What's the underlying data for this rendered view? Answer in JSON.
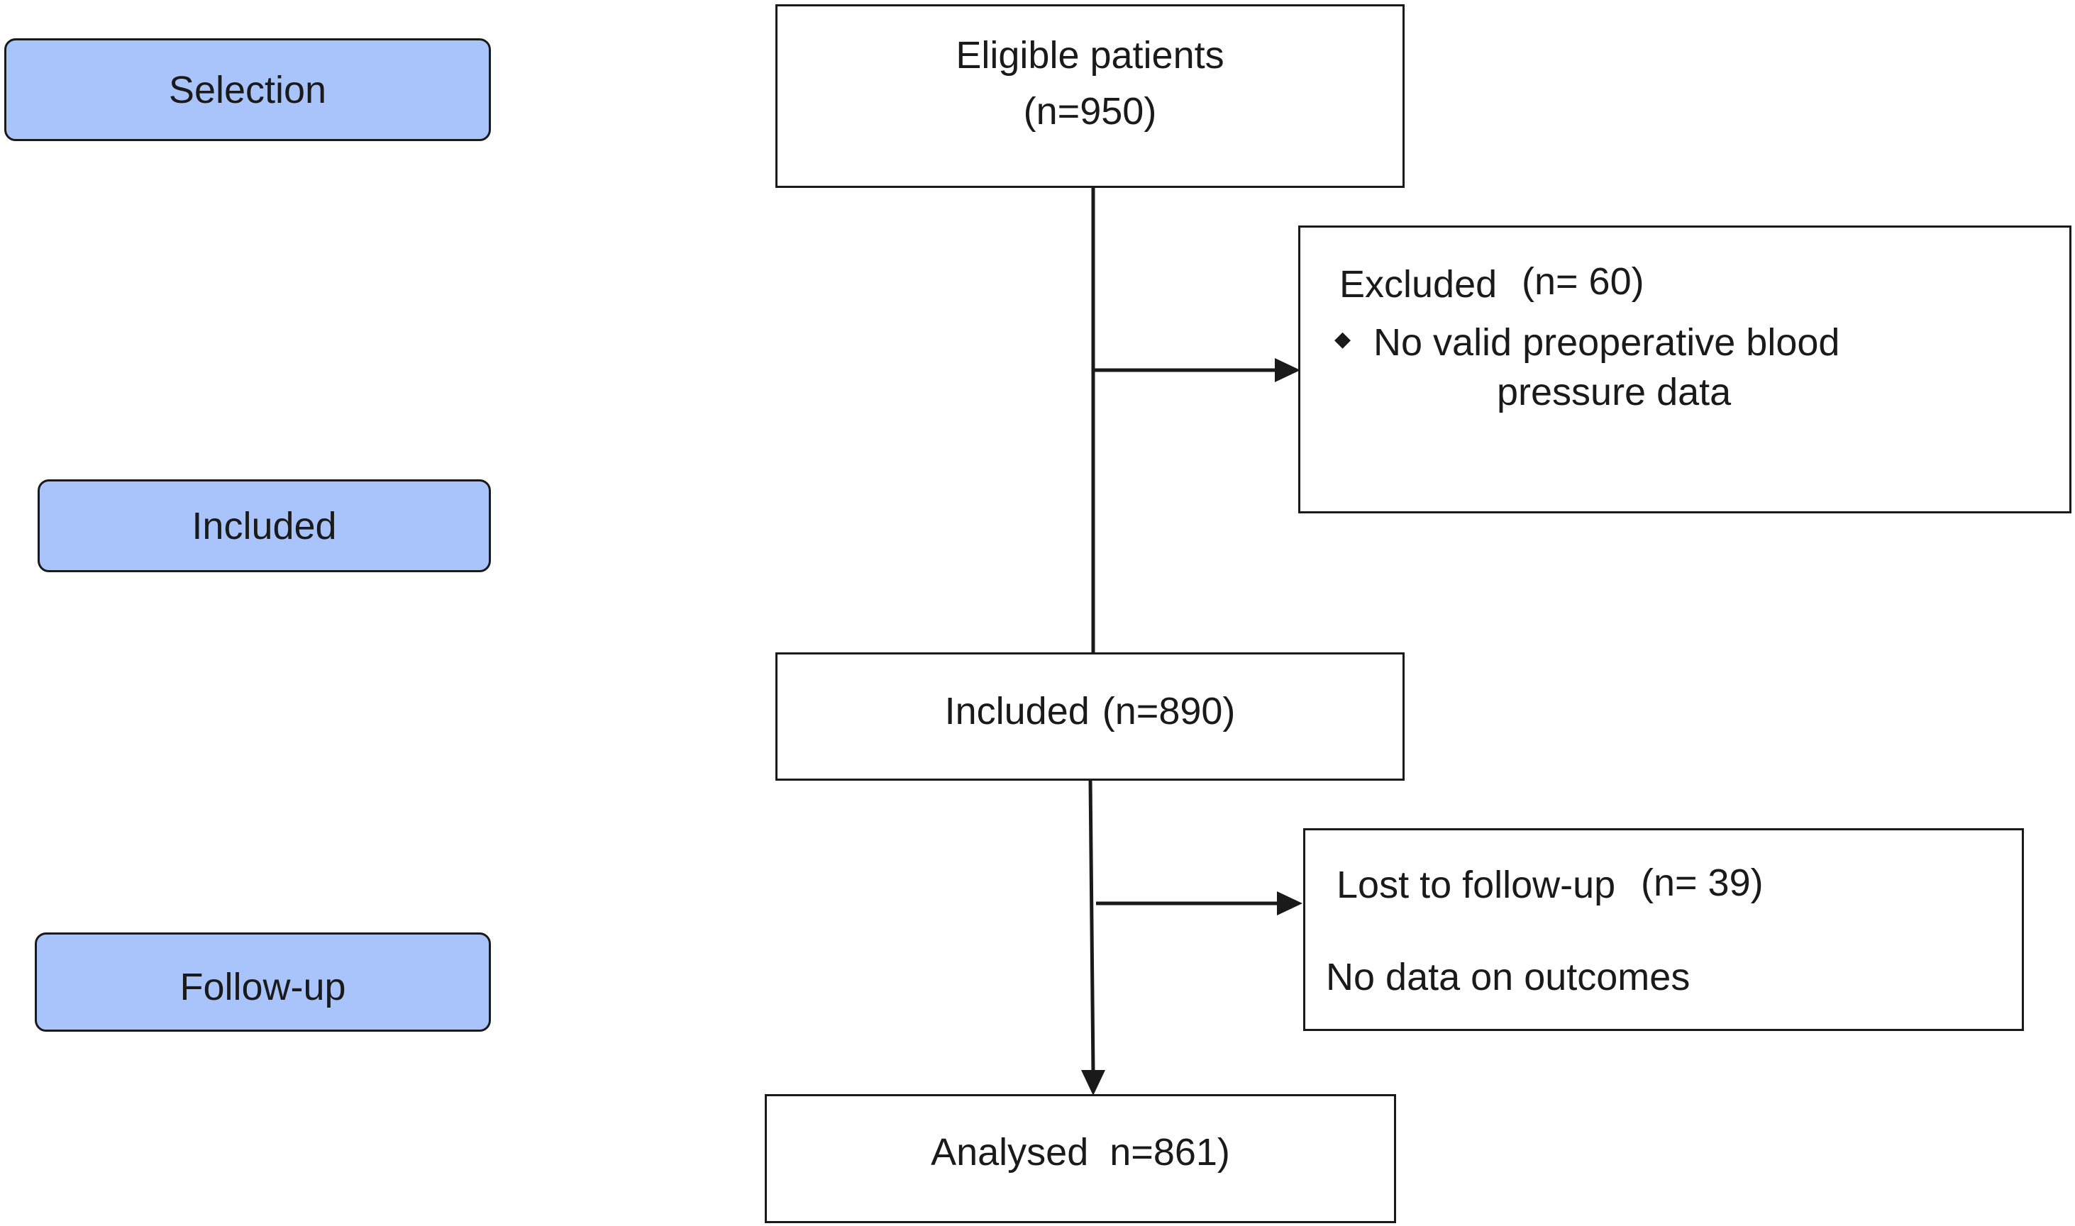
{
  "stages": {
    "selection": "Selection",
    "included": "Included",
    "followup": "Follow-up"
  },
  "eligible": {
    "title": "Eligible patients",
    "count": "(n=950)"
  },
  "excluded": {
    "title": "Excluded",
    "count": "(n= 60)",
    "bullet": "◆",
    "reason_line1": "No valid preoperative blood",
    "reason_line2": "pressure data"
  },
  "included_box": {
    "title": "Included",
    "count": "(n=890)"
  },
  "lost": {
    "title": "Lost to follow-up",
    "count": "(n= 39)",
    "reason": "No data on outcomes"
  },
  "analysed": {
    "title": "Analysed",
    "count": "n=861)"
  },
  "colors": {
    "stage_fill": "#a9c4fb",
    "stroke": "#1a1a1a"
  }
}
